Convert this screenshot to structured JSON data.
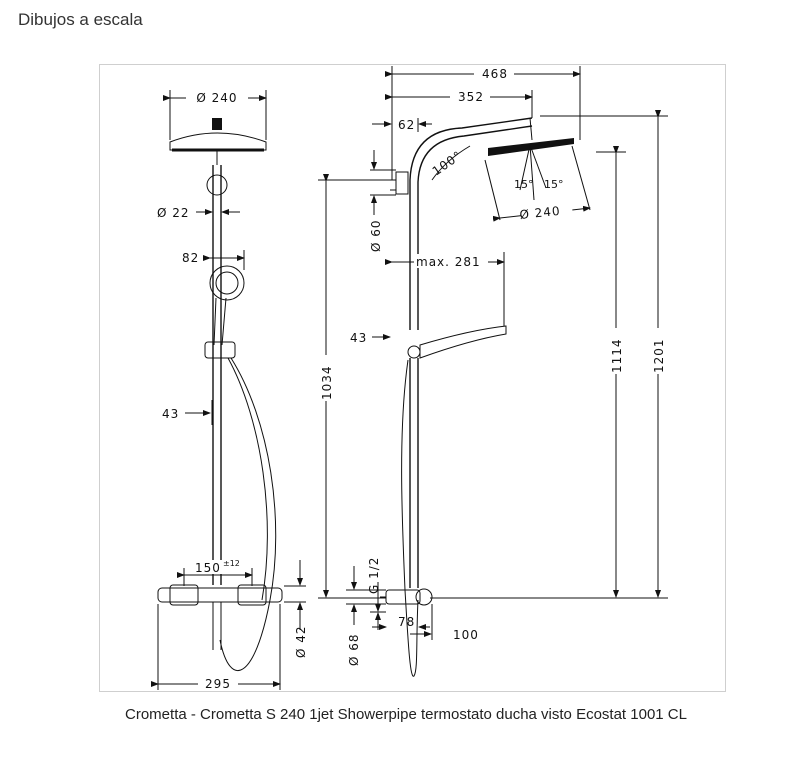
{
  "heading": "Dibujos a escala",
  "caption": "Crometta - Crometta S 240 1jet Showerpipe termostato ducha visto Ecostat 1001 CL",
  "dimensions": {
    "front": {
      "head_diameter": "Ø 240",
      "pipe_diameter": "Ø 22",
      "handshower_width": "82",
      "bar_offset": "43",
      "mixer_spacing": "150",
      "mixer_tolerance": "±12",
      "mixer_height": "Ø 42",
      "mixer_width": "295"
    },
    "side": {
      "total_projection": "468",
      "arm_projection": "352",
      "wall_offset": "62",
      "head_angle": "100°",
      "tilt_left": "15°",
      "tilt_right": "15°",
      "head_diameter": "Ø 240",
      "bracket_height": "Ø 60",
      "handshower_reach": "max. 281",
      "bar_offset": "43",
      "height_handshower": "1034",
      "height_head": "1114",
      "height_total": "1201",
      "connection_thread": "G 1/2",
      "connection_diameter": "Ø 68",
      "connection_depth": "78",
      "connection_projection": "100"
    }
  }
}
